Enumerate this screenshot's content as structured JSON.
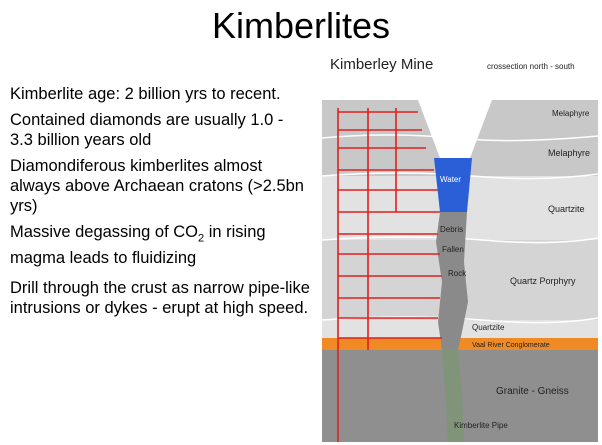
{
  "title": "Kimberlites",
  "bullets": [
    {
      "text": "Kimberlite age: 2 billion yrs to recent."
    },
    {
      "text": "Contained diamonds are usually 1.0 - 3.3 billion years old"
    },
    {
      "text": "Diamondiferous kimberlites almost always above Archaean cratons (>2.5bn  yrs)"
    },
    {
      "pre": "Massive degassing of CO",
      "sub": "2",
      "post": " in rising magma leads to fluidizing"
    },
    {
      "text": "Drill through the crust as narrow pipe-like intrusions or dykes - erupt at high speed."
    }
  ],
  "diagram": {
    "title": "Kimberley Mine",
    "subtitle": "crossection north - south",
    "labels": {
      "melaphyre_top": "Melaphyre",
      "melaphyre": "Melaphyre",
      "water": "Water",
      "quartzite": "Quartzite",
      "debris": "Debris",
      "fallen": "Fallen",
      "rock": "Rock",
      "quartz_porphyry": "Quartz Porphyry",
      "quartzite_lower": "Quartzite",
      "conglomerate": "Vaal River Conglomerate",
      "granite": "Granite - Gneiss",
      "pipe": "Kimberlite Pipe"
    },
    "colors": {
      "melaphyre": "#c8c8c8",
      "quartzite": "#e2e2e2",
      "porphyry": "#d4d4d4",
      "conglomerate": "#f08a24",
      "granite": "#8f8f8f",
      "water": "#2a5fd8",
      "pipe": "#7f9478",
      "shafts": "#e02020"
    }
  }
}
